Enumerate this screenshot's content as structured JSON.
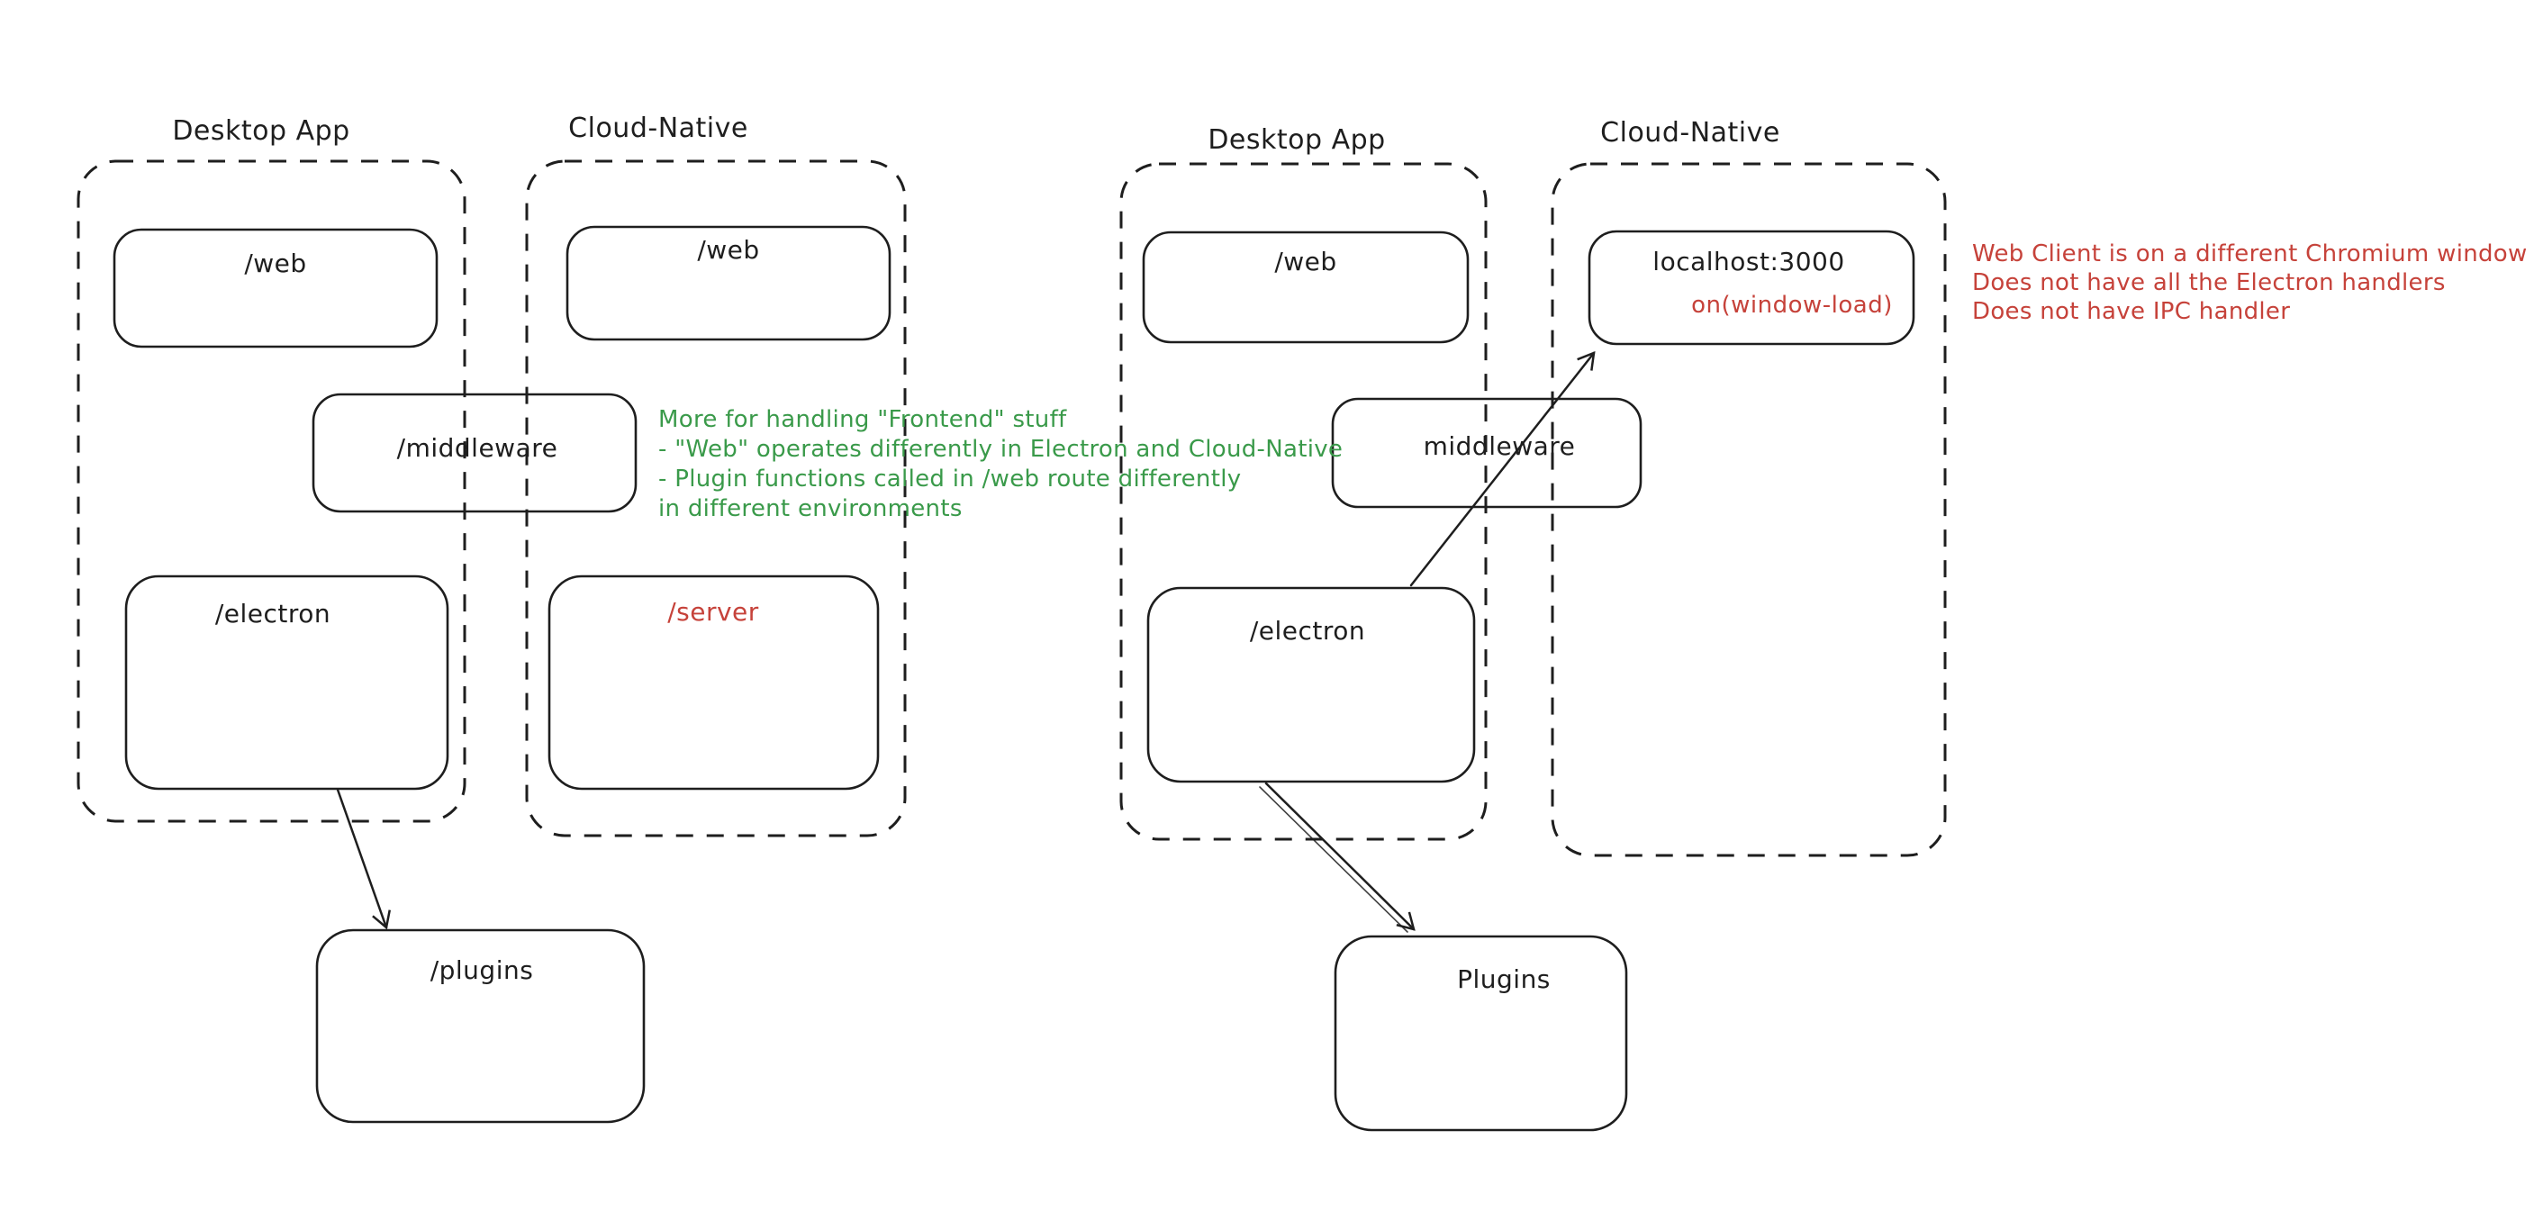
{
  "colors": {
    "ink": "#1e1e1e",
    "green": "#3a9a4a",
    "red": "#c6423a",
    "background": "#ffffff"
  },
  "left": {
    "desktop": {
      "title": "Desktop App",
      "web": "/web",
      "electron": "/electron"
    },
    "cloud": {
      "title": "Cloud-Native",
      "web": "/web",
      "server": "/server"
    },
    "middleware": "/middleware",
    "plugins": "/plugins",
    "green_note": {
      "lines": [
        "More for handling \"Frontend\" stuff",
        "- \"Web\" operates differently in Electron and Cloud-Native",
        "- Plugin functions called in /web route differently",
        "in different environments"
      ]
    }
  },
  "right": {
    "desktop": {
      "title": "Desktop App",
      "web": "/web",
      "electron": "/electron"
    },
    "cloud": {
      "title": "Cloud-Native",
      "localhost": "localhost:3000",
      "window_load": "on(window-load)"
    },
    "middleware": "middleware",
    "plugins": "Plugins",
    "red_note": {
      "lines": [
        "Web Client is on a different Chromium window",
        "Does not have all the Electron handlers",
        "Does not have IPC handler"
      ]
    }
  }
}
